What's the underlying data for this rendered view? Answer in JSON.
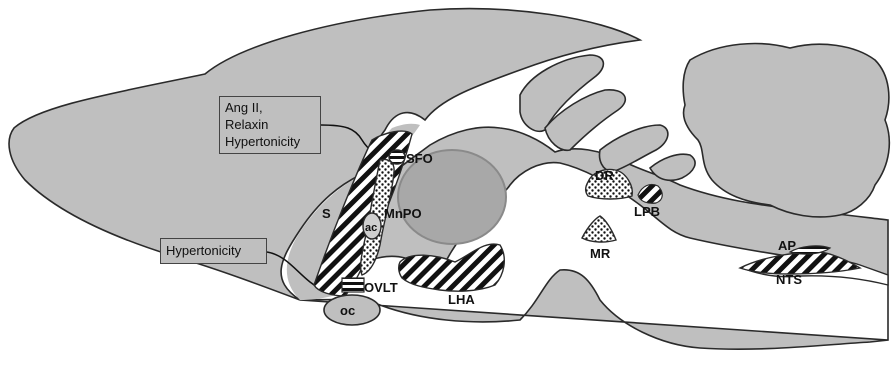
{
  "boxes": {
    "stimuli_top": [
      "Ang II,",
      "Relaxin",
      "Hypertonicity"
    ],
    "stimuli_bottom": "Hypertonicity"
  },
  "labels": {
    "sfo": "SFO",
    "mnpo": "MnPO",
    "s": "S",
    "ac": "ac",
    "ovlt": "OVLT",
    "oc": "oc",
    "lha": "LHA",
    "dr": "DR",
    "mr": "MR",
    "lpb": "LPB",
    "ap": "AP",
    "nts": "NTS"
  },
  "colors": {
    "brain_fill": "#bfbfbf",
    "outline": "#2a2a2a",
    "thalamus_fill": "#a8a8a8"
  }
}
